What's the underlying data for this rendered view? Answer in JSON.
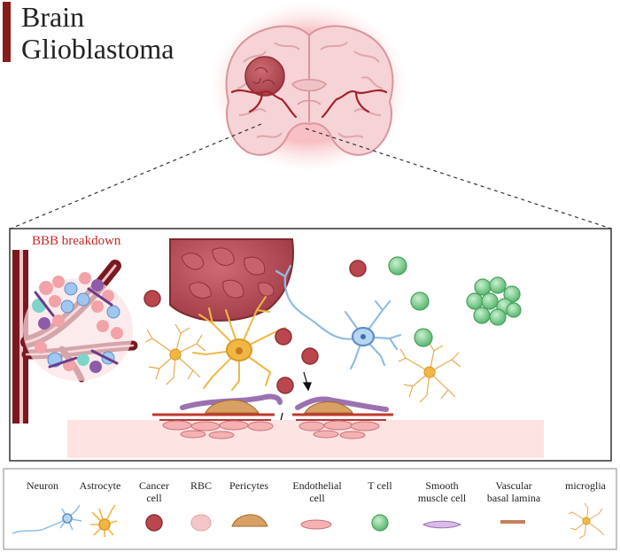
{
  "title": {
    "line1": "Brain",
    "line2": "Glioblastoma"
  },
  "bbb_label": "BBB breakdown",
  "legend": {
    "neuron": "Neuron",
    "astrocyte": "Astrocyte",
    "cancer_cell_1": "Cancer",
    "cancer_cell_2": "cell",
    "rbc": "RBC",
    "pericytes": "Pericytes",
    "endothelial_1": "Endothelial",
    "endothelial_2": "cell",
    "t_cell": "T cell",
    "smooth_muscle_1": "Smooth",
    "smooth_muscle_2": "muscle cell",
    "vascular_1": "Vascular",
    "vascular_2": "basal lamina",
    "microglia": "microglia"
  },
  "colors": {
    "accent": "#8b1a1a",
    "bbb_text": "#c62828",
    "tumor": "#a8444c",
    "vessel": "#7a1820",
    "cancer_cell": "#b9474d",
    "t_cell": "#7fcf92",
    "astrocyte": "#f0b843",
    "neuron": "#9ac4e6",
    "pericyte": "#d9a063",
    "smooth_muscle": "#9b72b0",
    "basal_lamina": "#c87e5a",
    "endothelial": "#f4b2b2",
    "rbc": "#f4c7c7"
  }
}
